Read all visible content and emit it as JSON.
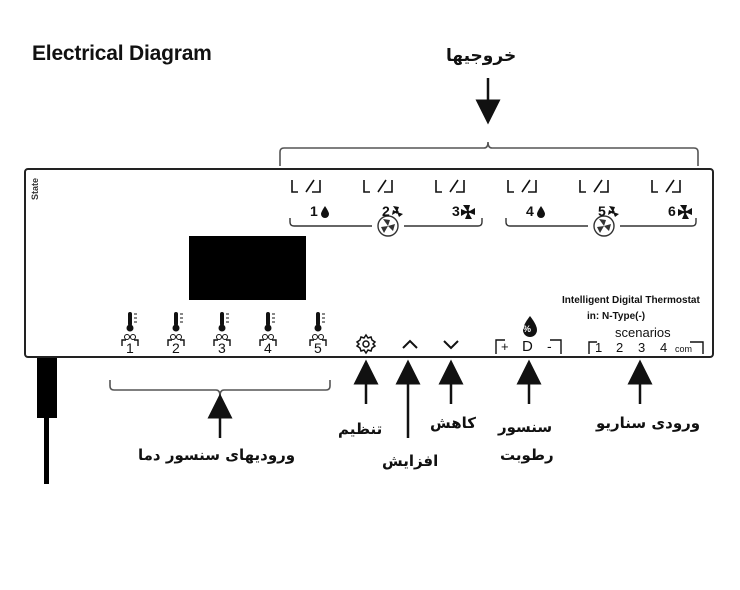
{
  "title": "Electrical Diagram",
  "panel": {
    "state_label": "State",
    "model": "Intelligent Digital Thermostat",
    "input_type": "in: N-Type(-)",
    "scenarios_label": "scenarios",
    "scenario_numbers": [
      "1",
      "2",
      "3",
      "4",
      "com"
    ],
    "sensor_plus": "+",
    "sensor_d": "D",
    "sensor_minus": "-",
    "humidity_symbol": "%"
  },
  "outputs": {
    "label": "خروجیها",
    "channels": [
      {
        "number": "1",
        "icon": "water-drop-icon"
      },
      {
        "number": "2",
        "icon": "fan-small-icon"
      },
      {
        "number": "3",
        "icon": "fan-large-icon"
      },
      {
        "number": "4",
        "icon": "water-drop-icon"
      },
      {
        "number": "5",
        "icon": "fan-small-icon"
      },
      {
        "number": "6",
        "icon": "fan-large-icon"
      }
    ]
  },
  "temperature_inputs": {
    "label": "ورودیهای سنسور دما",
    "channels": [
      "1",
      "2",
      "3",
      "4",
      "5"
    ]
  },
  "controls": {
    "settings_label": "تنظیم",
    "increase_label": "افزایش",
    "decrease_label": "کاهش"
  },
  "humidity_sensor": {
    "label_line1": "سنسور",
    "label_line2": "رطوبت"
  },
  "scenario_inputs": {
    "label": "ورودی سناریو"
  }
}
